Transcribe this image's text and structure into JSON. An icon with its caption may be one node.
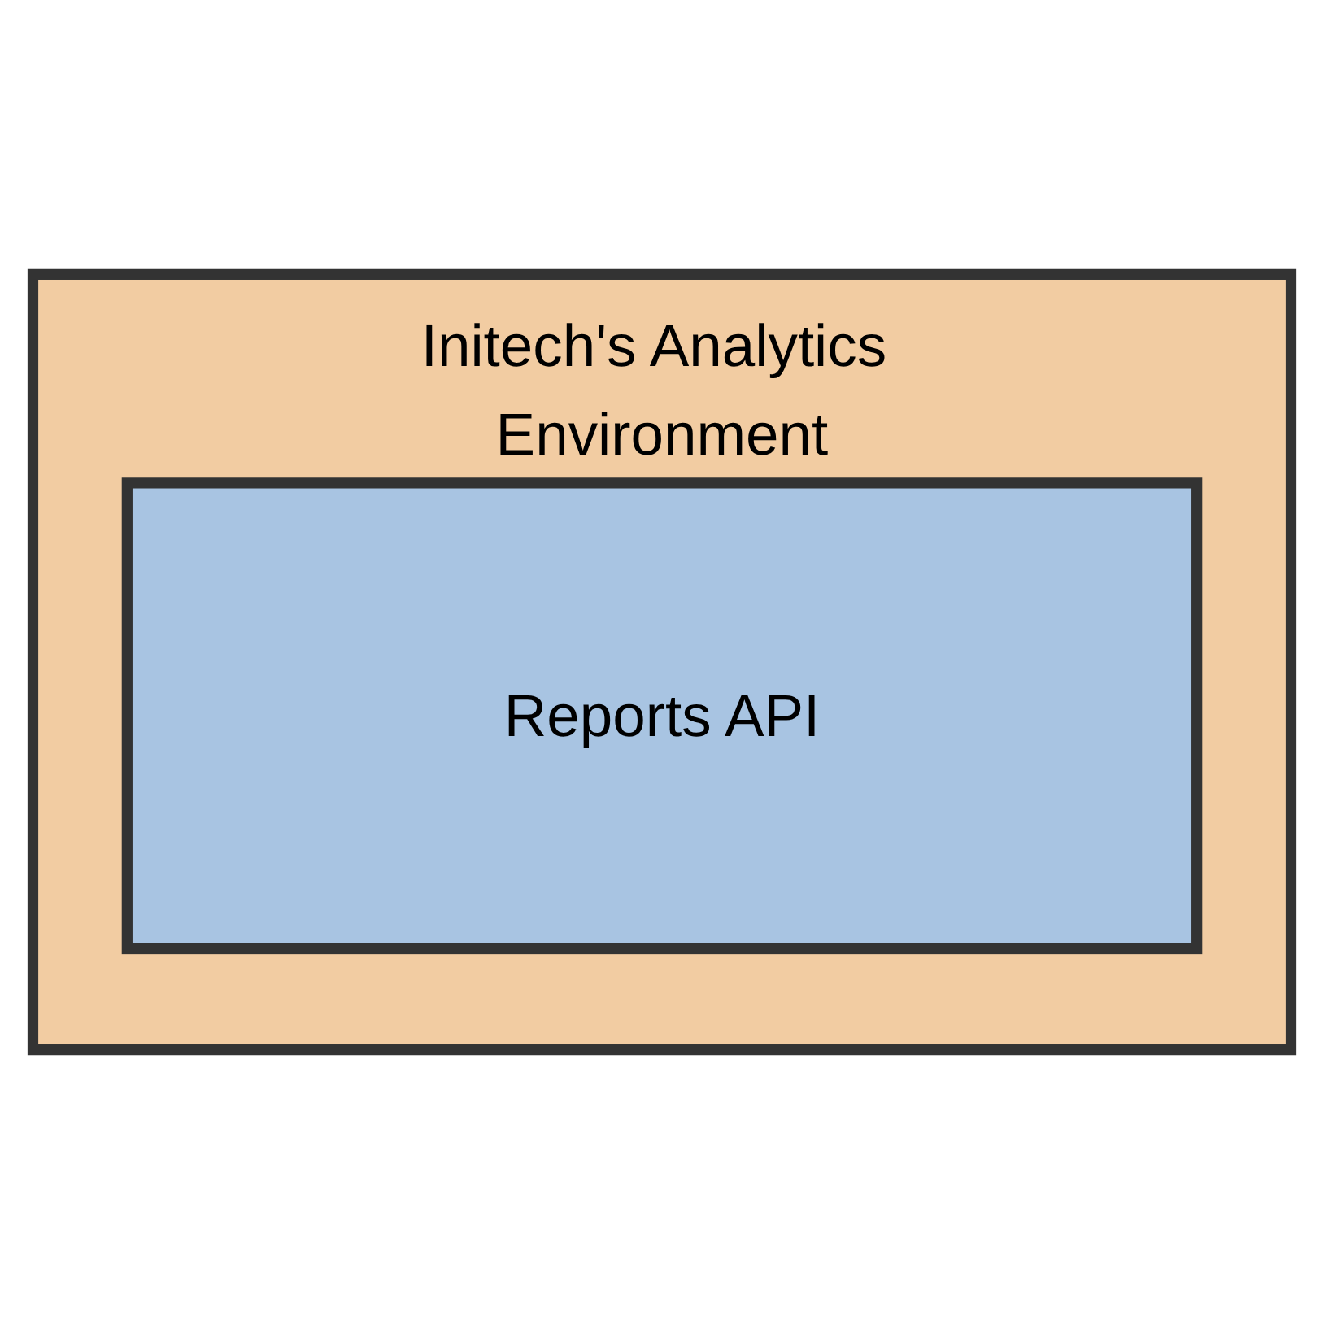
{
  "diagram": {
    "nodes": [
      {
        "text": [
          "Initech's Analytics Environment"
        ]
      },
      {
        "text": [
          "Reports API"
        ],
        "in": 0
      }
    ]
  }
}
